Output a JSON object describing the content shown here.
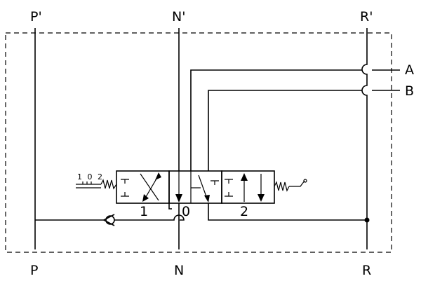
{
  "ports": {
    "p_top": "P'",
    "n_top": "N'",
    "r_top": "R'",
    "p_bottom": "P",
    "n_bottom": "N",
    "r_bottom": "R",
    "a": "A",
    "b": "B"
  },
  "valve": {
    "pos1": "1",
    "pos0": "0",
    "pos2": "2",
    "detent_label": "1 0 2"
  }
}
